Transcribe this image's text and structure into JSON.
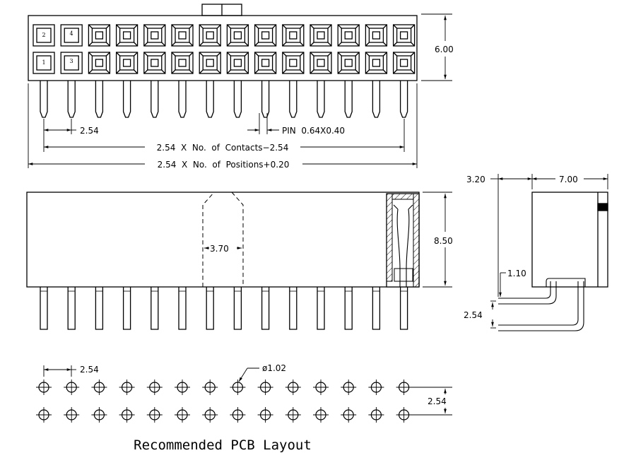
{
  "pin_numbers": {
    "p2": "2",
    "p4": "4",
    "p1": "1",
    "p3": "3"
  },
  "dims": {
    "top_height": "6.00",
    "pitch_top": "2.54",
    "pin_size": "PIN  0.64X0.40",
    "contacts": "2.54  X  No.  of  Contacts−2.54",
    "positions": "2.54  X  No.  of  Positions+0.20",
    "front_height": "8.50",
    "slot_width": "3.70",
    "side_offset": "3.20",
    "side_width": "7.00",
    "side_pin": "1.10",
    "side_pitch": "2.54",
    "pcb_pitch_x": "2.54",
    "pcb_hole": "ø1.02",
    "pcb_pitch_y": "2.54"
  },
  "caption": "Recommended PCB Layout"
}
